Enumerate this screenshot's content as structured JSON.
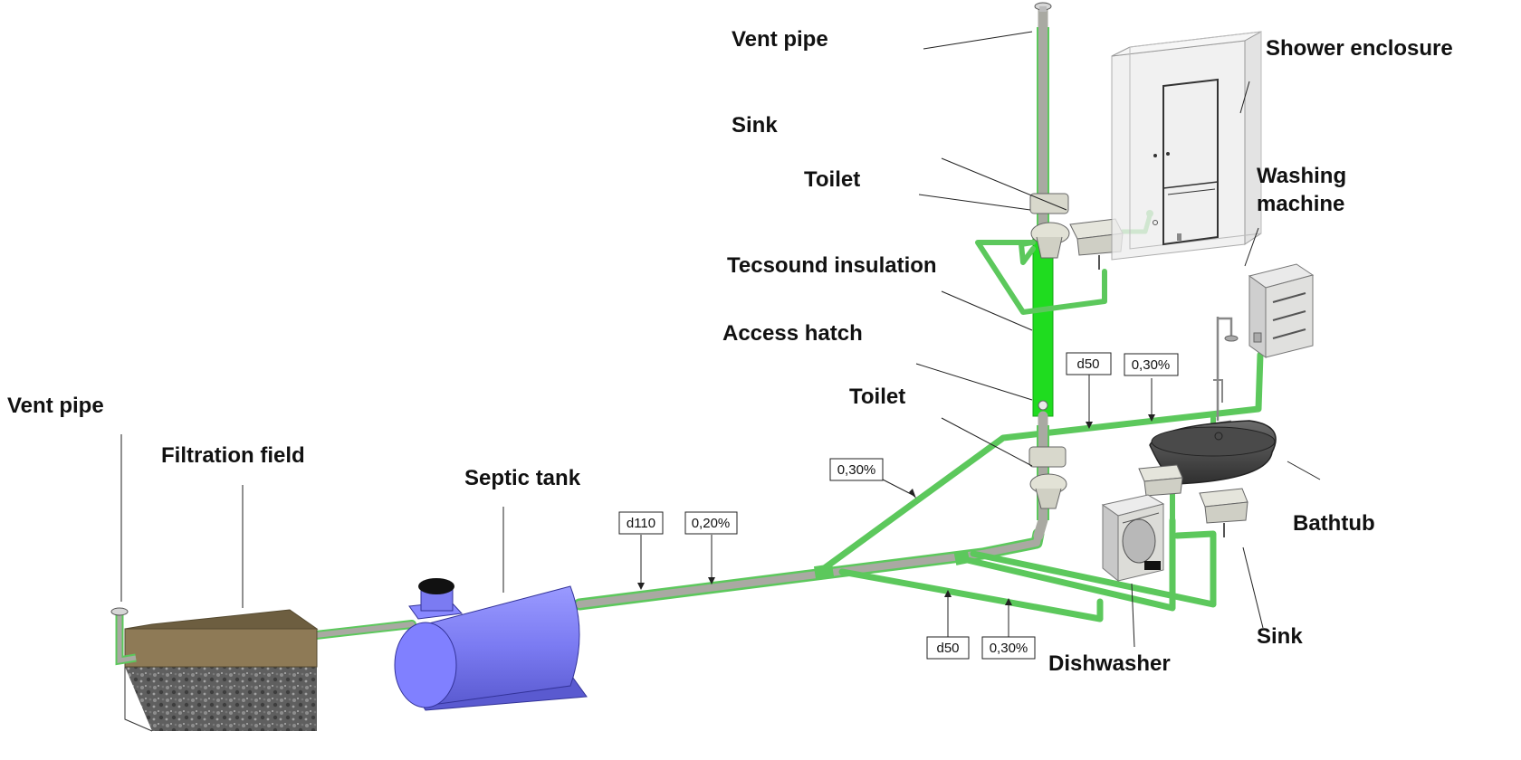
{
  "labels": {
    "vent_pipe_top": "Vent pipe",
    "sink_upper": "Sink",
    "toilet_upper": "Toilet",
    "tecsound": "Tecsound insulation",
    "access_hatch": "Access hatch",
    "toilet_lower": "Toilet",
    "vent_pipe_left": "Vent pipe",
    "filtration_field": "Filtration field",
    "septic_tank": "Septic tank",
    "shower_enclosure": "Shower enclosure",
    "washing_machine_l1": "Washing",
    "washing_machine_l2": "machine",
    "bathtub": "Bathtub",
    "sink_lower": "Sink",
    "dishwasher": "Dishwasher"
  },
  "tags": {
    "main_diameter": "d110",
    "main_slope": "0,20%",
    "upper_diameter": "d50",
    "upper_slope": "0,30%",
    "diagonal_slope": "0,30%",
    "lower_diameter": "d50",
    "lower_slope": "0,30%"
  },
  "colors": {
    "pipe_green": "#5cc85c",
    "insulation_green": "#1fdc1f",
    "pipe_grey": "#a9a9a2",
    "septic_tank": "#7b7bf2",
    "soil": "#8e7a56"
  }
}
